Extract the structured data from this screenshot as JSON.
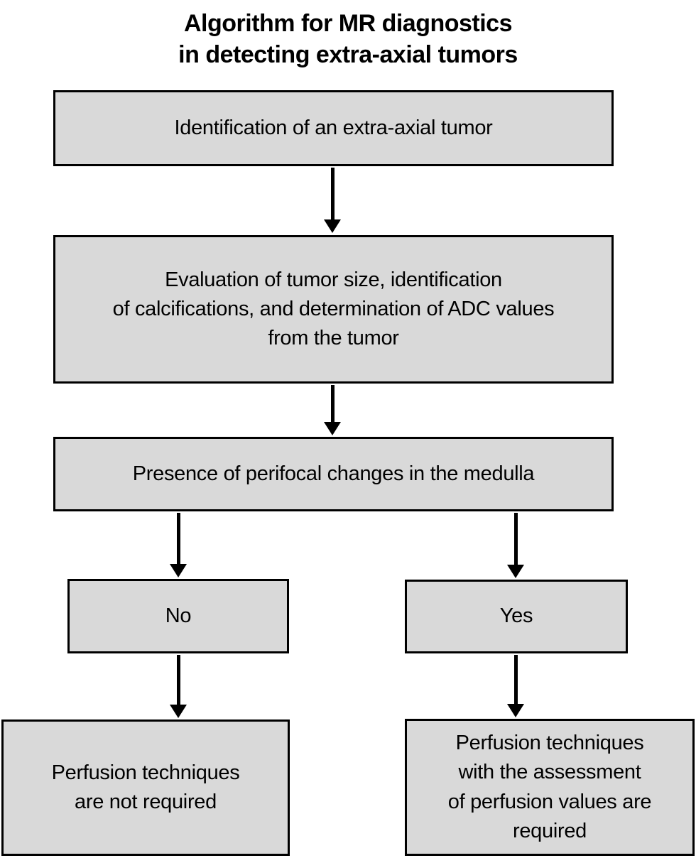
{
  "title": "Algorithm for MR diagnostics\nin detecting extra-axial tumors",
  "nodes": {
    "identification": {
      "text": "Identification of an extra-axial tumor"
    },
    "evaluation": {
      "text": "Evaluation of tumor size, identification\nof calcifications, and determination of ADC values\nfrom the tumor"
    },
    "perifocal": {
      "text": "Presence of perifocal changes in the medulla"
    },
    "no_branch": {
      "text": "No"
    },
    "yes_branch": {
      "text": "Yes"
    },
    "no_outcome": {
      "text": "Perfusion techniques\nare not required"
    },
    "yes_outcome": {
      "text": "Perfusion techniques\nwith the assessment\nof perfusion values are\nrequired"
    }
  },
  "colors": {
    "box_fill": "#d9d9d9",
    "box_border": "#000000",
    "arrow": "#000000",
    "background": "#ffffff",
    "text": "#000000"
  }
}
